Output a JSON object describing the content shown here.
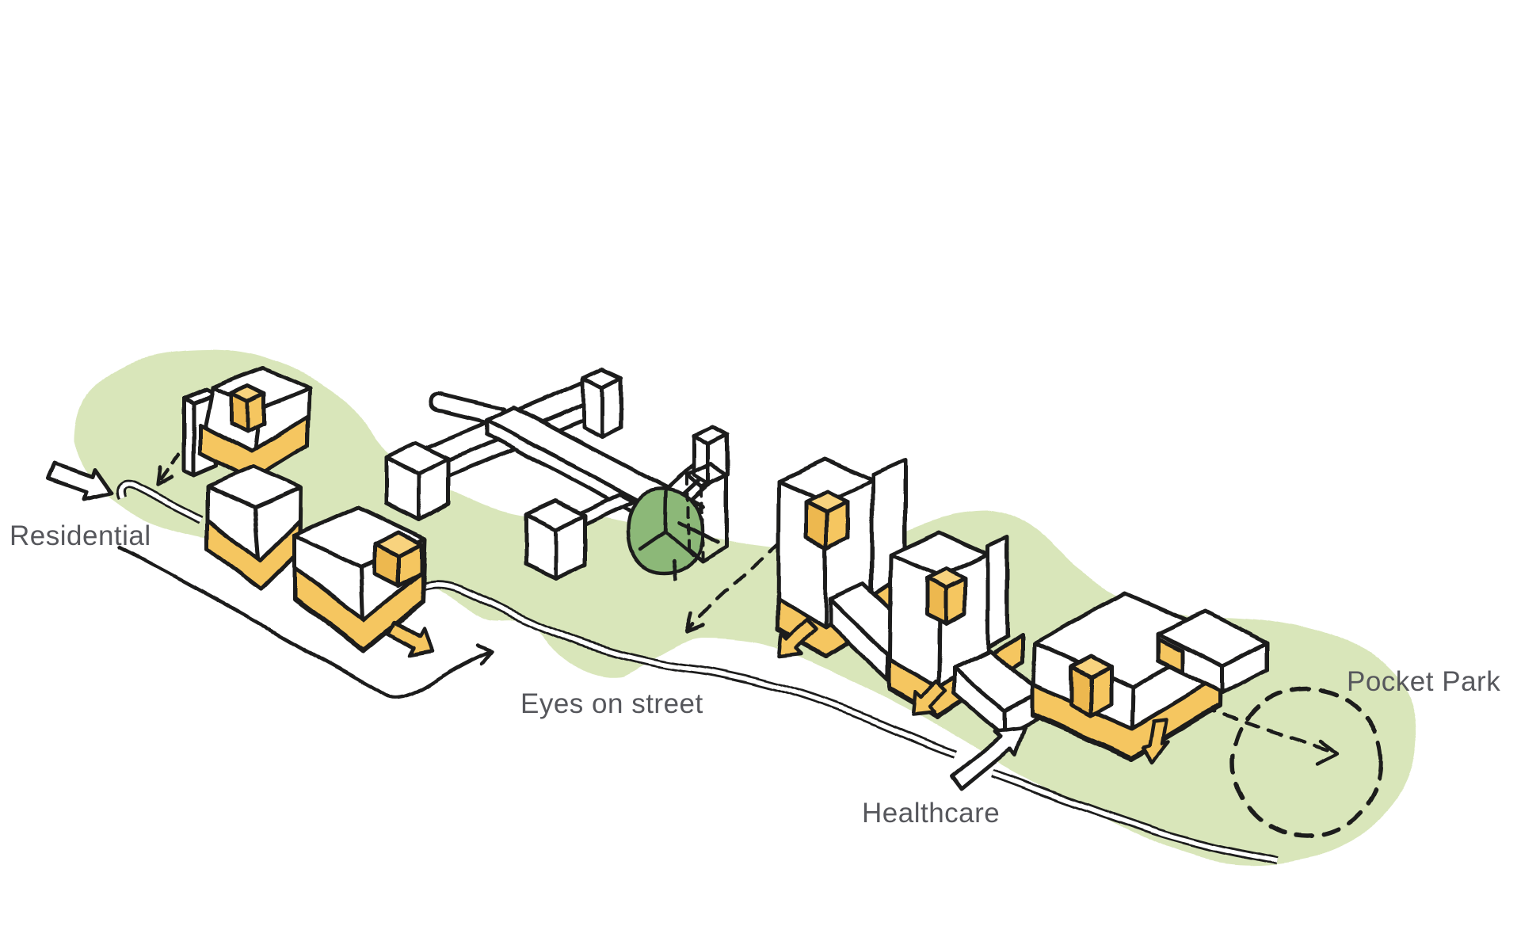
{
  "labels": {
    "residential": "Residential",
    "eyes_on_street": "Eyes on street",
    "healthcare": "Healthcare",
    "pocket_park": "Pocket Park"
  },
  "palette": {
    "paper": "#ffffff",
    "ink": "#1d1d1b",
    "label_gray": "#56575c",
    "field_green": "#d9e6ba",
    "tree_green": "#8cb878",
    "yellow": "#f5c661",
    "yellow_light": "#f8d37e",
    "yellow_dark": "#edb850"
  }
}
